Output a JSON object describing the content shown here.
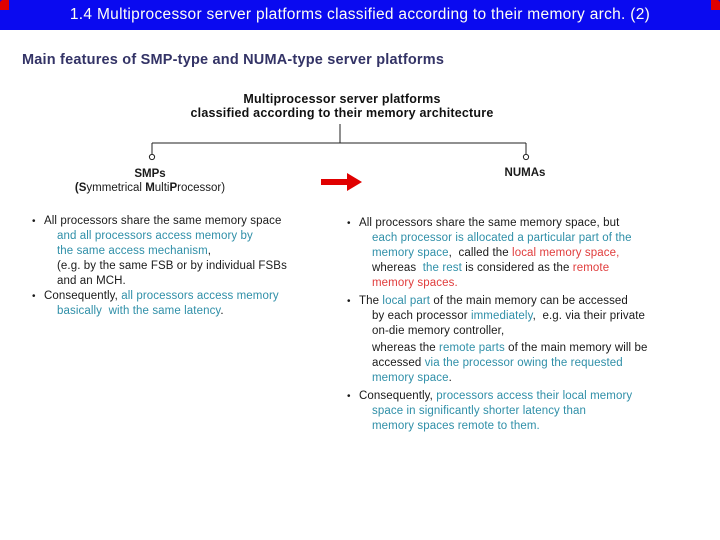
{
  "colors": {
    "bar_blue": "#0a0af0",
    "corner_red": "#e00000",
    "navy": "#333366",
    "teal": "#2f8fa8",
    "red_text": "#e03c3c",
    "arrow_red": "#e00000",
    "text_black": "#1a1a1a"
  },
  "bullet_glyph": "•",
  "title_bar": {
    "text": "1.4 Multiprocessor server platforms classified according to their memory arch. (2)"
  },
  "heading": "Main features of SMP-type and NUMA-type server platforms",
  "diagram": {
    "title_line1": "Multiprocessor server platforms",
    "title_line2": "classified according to their memory architecture",
    "smp": {
      "name": "SMPs",
      "sub_segments": [
        {
          "t": "(S",
          "b": true
        },
        {
          "t": "ymmetrical "
        },
        {
          "t": "M",
          "b": true
        },
        {
          "t": "ulti"
        },
        {
          "t": "P",
          "b": true
        },
        {
          "t": "rocessor)"
        }
      ]
    },
    "numa": {
      "name": "NUMAs"
    },
    "arrow_icon": "red-right-arrow"
  },
  "columns": {
    "left": {
      "paragraphs": [
        {
          "bullet": true,
          "lines": [
            [
              {
                "t": "All processors share the same memory space"
              }
            ],
            [
              {
                "t": "and all processors access memory by",
                "c": "t"
              }
            ],
            [
              {
                "t": "the same access mechanism",
                "c": "t"
              },
              {
                "t": ","
              }
            ],
            [
              {
                "t": "(e.g. by the same FSB or by individual FSBs"
              }
            ],
            [
              {
                "t": "and an MCH."
              }
            ]
          ]
        },
        {
          "bullet": true,
          "lines": [
            [
              {
                "t": "Consequently, "
              },
              {
                "t": "all processors access memory",
                "c": "t"
              }
            ],
            [
              {
                "t": "basically  with the same latency",
                "c": "t"
              },
              {
                "t": "."
              }
            ]
          ]
        }
      ]
    },
    "right": {
      "paragraphs": [
        {
          "bullet": true,
          "lines": [
            [
              {
                "t": "All processors share the same memory space, but"
              }
            ],
            [
              {
                "t": "each processor is allocated a particular part of the",
                "c": "t"
              }
            ],
            [
              {
                "t": "memory space",
                "c": "t"
              },
              {
                "t": ",  called the "
              },
              {
                "t": "local memory space",
                "c": "r"
              },
              {
                "t": ",",
                "c": "r"
              }
            ],
            [
              {
                "t": "whereas  "
              },
              {
                "t": "the rest",
                "c": "t"
              },
              {
                "t": " is considered as the "
              },
              {
                "t": "remote",
                "c": "r"
              }
            ],
            [
              {
                "t": "memory spaces.",
                "c": "r"
              }
            ]
          ]
        },
        {
          "bullet": true,
          "lines": [
            [
              {
                "t": "The "
              },
              {
                "t": "local part",
                "c": "t"
              },
              {
                "t": " of the main memory can be accessed"
              }
            ],
            [
              {
                "t": "by each processor "
              },
              {
                "t": "immediately",
                "c": "t"
              },
              {
                "t": ",  e.g. via their private"
              }
            ],
            [
              {
                "t": "on-die memory controller,"
              }
            ]
          ]
        },
        {
          "bullet": false,
          "lines": [
            [
              {
                "t": "whereas the "
              },
              {
                "t": "remote parts",
                "c": "t"
              },
              {
                "t": " of the main memory will be"
              }
            ],
            [
              {
                "t": "accessed "
              },
              {
                "t": "via the processor owing the requested",
                "c": "t"
              }
            ],
            [
              {
                "t": "memory space",
                "c": "t"
              },
              {
                "t": "."
              }
            ]
          ]
        },
        {
          "bullet": true,
          "lines": [
            [
              {
                "t": "Consequently, "
              },
              {
                "t": "processors access their local memory",
                "c": "t"
              }
            ],
            [
              {
                "t": "space in significantly shorter latency than",
                "c": "t"
              }
            ],
            [
              {
                "t": "memory spaces remote to them.",
                "c": "t"
              }
            ]
          ]
        }
      ]
    }
  }
}
